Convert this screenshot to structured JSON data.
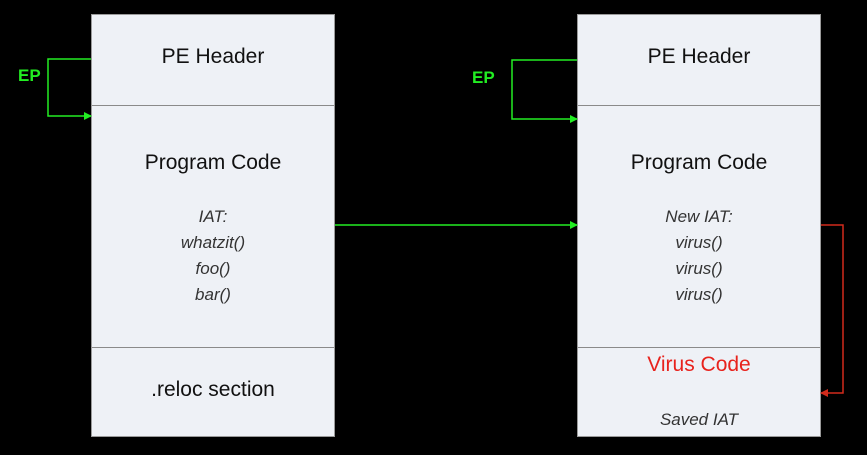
{
  "left_file": {
    "header": "PE Header",
    "code": "Program Code",
    "iat_entries": [
      "IAT:",
      "whatzit()",
      "foo()",
      "bar()"
    ],
    "reloc": ".reloc section",
    "entry_point": "EP"
  },
  "right_file": {
    "header": "PE Header",
    "code": "Program Code",
    "iat_entries": [
      "New IAT:",
      "virus()",
      "virus()",
      "virus()"
    ],
    "virus": "Virus Code",
    "saved_iat": "Saved IAT",
    "entry_point": "EP"
  },
  "colors": {
    "background": "#000000",
    "box_fill": "#eef1f6",
    "entry_arrow": "#22ee22",
    "virus_text": "#e8221c",
    "virus_arrow": "#d22b1c"
  }
}
